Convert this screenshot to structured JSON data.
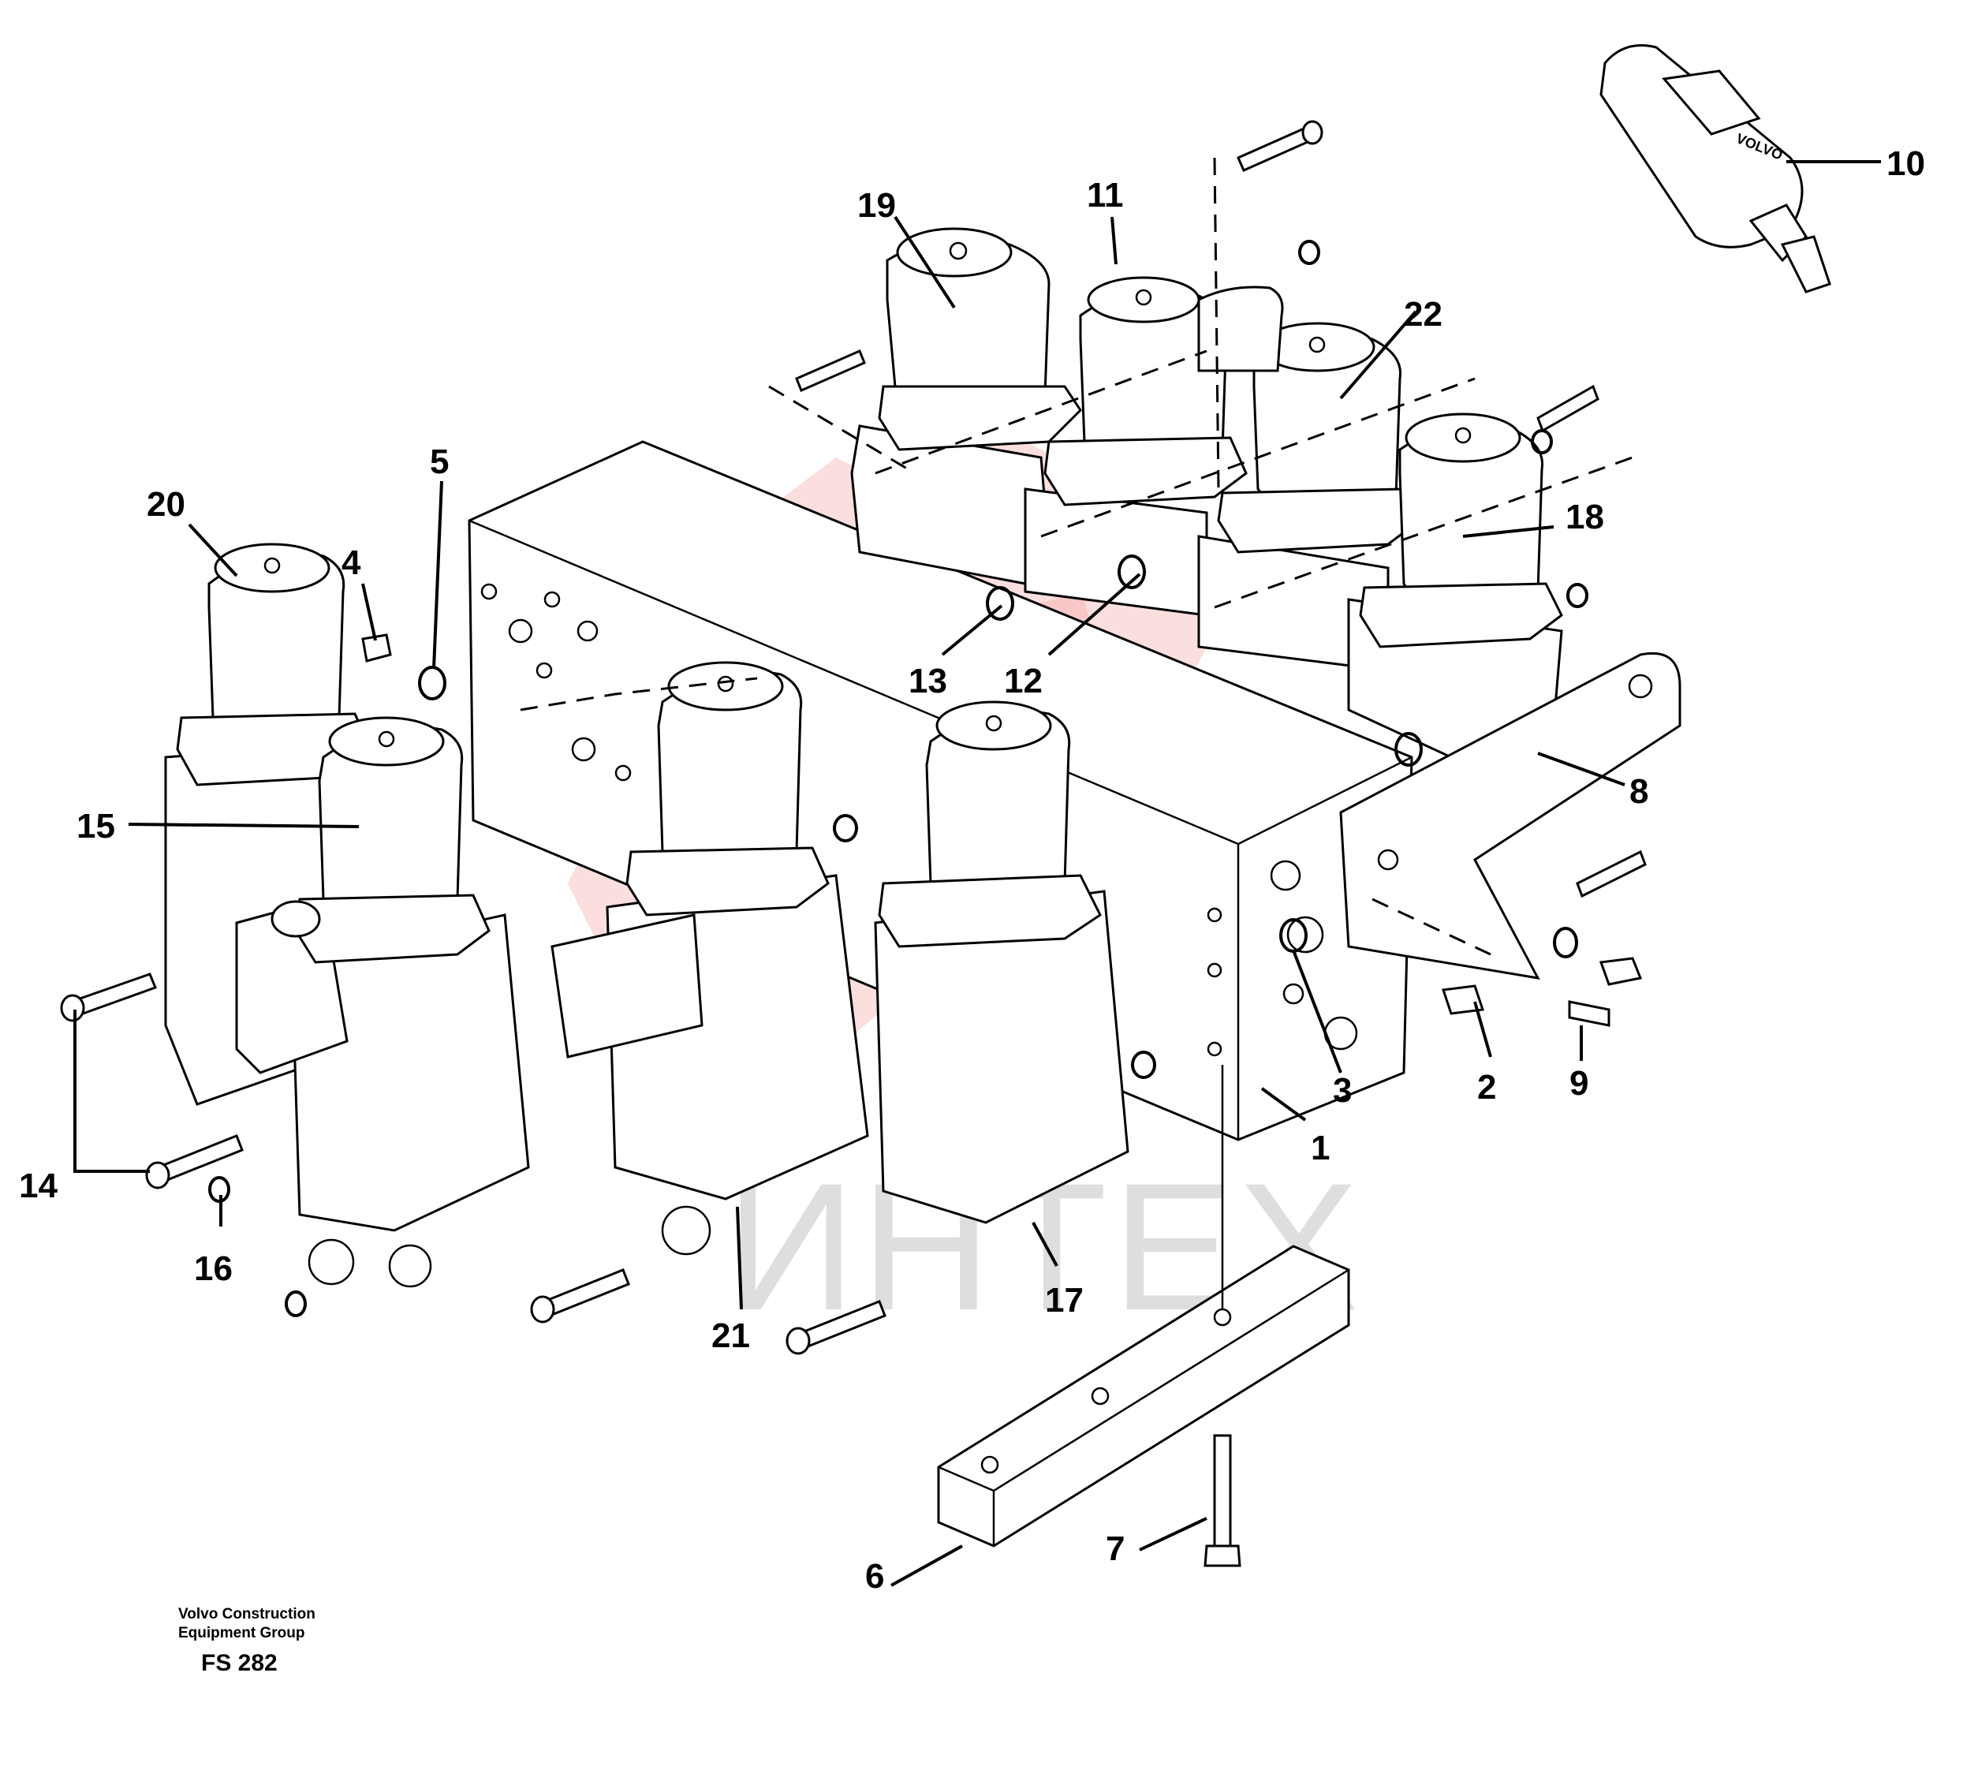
{
  "callouts": [
    "1",
    "2",
    "3",
    "4",
    "5",
    "6",
    "7",
    "8",
    "9",
    "10",
    "11",
    "12",
    "13",
    "14",
    "15",
    "16",
    "17",
    "18",
    "19",
    "20",
    "21",
    "22"
  ],
  "tube_label": "VOLVO",
  "watermark_text": "ИНТЕХ",
  "footer": {
    "company_line1": "Volvo Construction",
    "company_line2": "Equipment Group",
    "figure_code": "FS 282"
  },
  "colors": {
    "line": "#000000",
    "watermark_gear": "#f08a8a",
    "watermark_text": "#b8b8b8",
    "background": "#ffffff"
  }
}
